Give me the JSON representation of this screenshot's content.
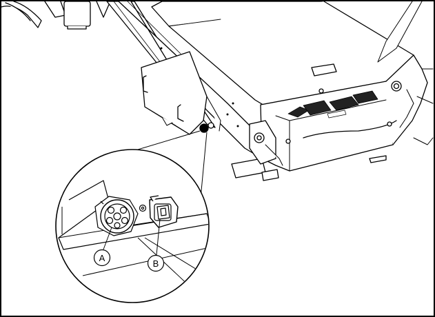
{
  "figure": {
    "callouts": [
      {
        "id": "A",
        "label": "A"
      },
      {
        "id": "B",
        "label": "B"
      }
    ]
  }
}
